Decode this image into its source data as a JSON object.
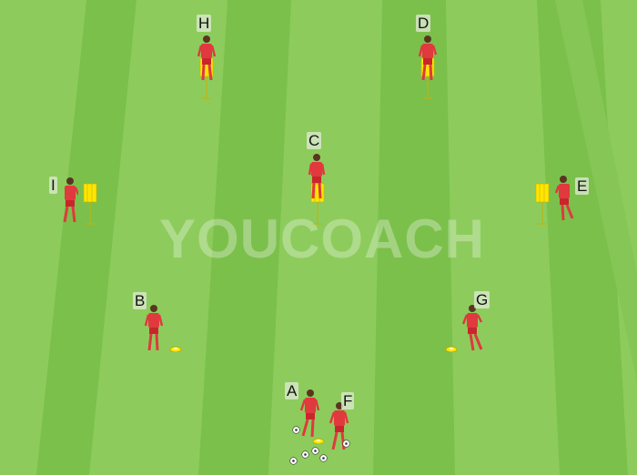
{
  "watermark": "YOUCOACH",
  "stations": {
    "A": "A",
    "B": "B",
    "C": "C",
    "D": "D",
    "E": "E",
    "F": "F",
    "G": "G",
    "H": "H",
    "I": "I"
  },
  "colors": {
    "grass_light": "#8dcc5c",
    "grass_dark": "#7cc04c",
    "kit_red": "#e0393e",
    "mannequin_yellow": "#ffe600",
    "cone_yellow": "#ffe600"
  },
  "icons": {
    "player": "player-icon",
    "mannequin": "mannequin-icon",
    "cone": "cone-icon",
    "ball": "ball-icon"
  }
}
